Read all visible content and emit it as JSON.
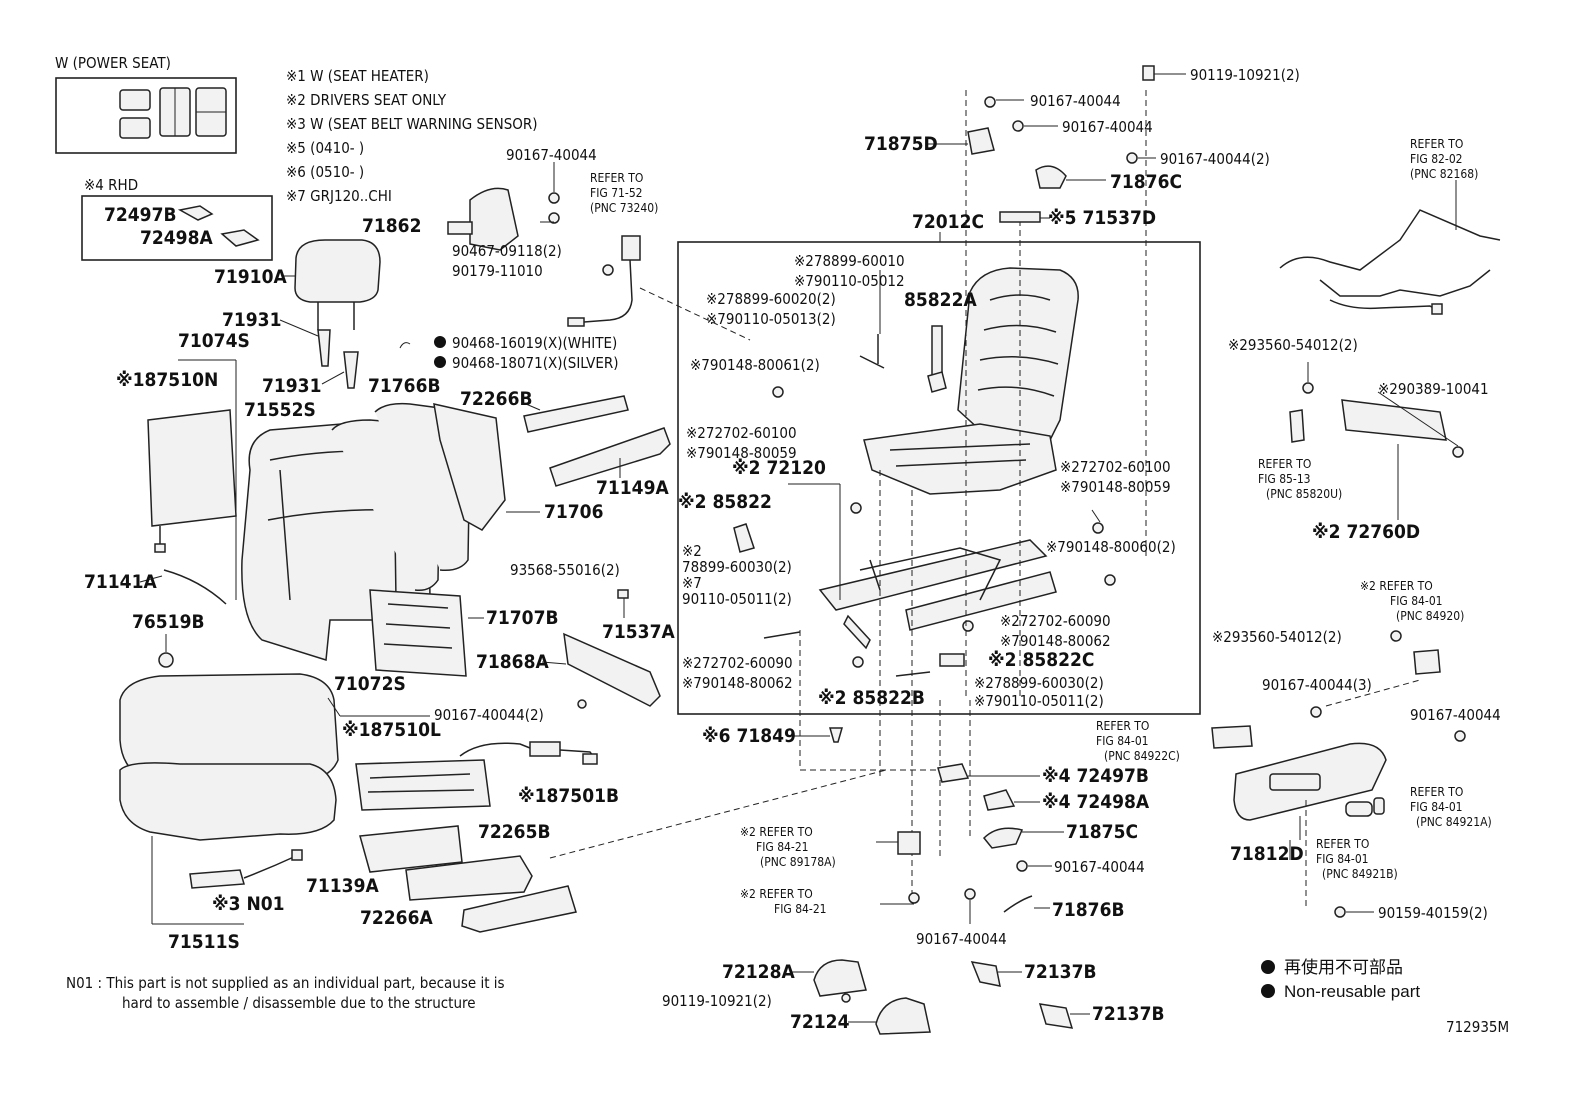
{
  "diagram": {
    "figure_number": "712935M",
    "power_seat_label": "W (POWER SEAT)",
    "rhd_label": "※4 RHD",
    "notes": [
      "※1 W (SEAT HEATER)",
      "※2 DRIVERS SEAT ONLY",
      "※3 W (SEAT BELT WARNING SENSOR)",
      "※5 (0410-      )",
      "※6 (0510-      )",
      "※7 GRJ120..CHI"
    ],
    "footnote_line1": "N01 : This part is not supplied as an individual part, because it is",
    "footnote_line2": "hard to assemble / disassemble due to the structure",
    "legend_jp": "再使用不可部品",
    "legend_en": "Non-reusable part",
    "white_label": "90468-16019(X)(WHITE)",
    "silver_label": "90468-18071(X)(SILVER)",
    "labels": [
      "72497B",
      "72498A",
      "71910A",
      "71931",
      "71074S",
      "※187510N",
      "71931",
      "71766B",
      "71552S",
      "72266B",
      "71149A",
      "71706",
      "71141A",
      "93568-55016(2)",
      "76519B",
      "71707B",
      "71537A",
      "71868A",
      "71072S",
      "90167-40044(2)",
      "※187510L",
      "※187501B",
      "72265B",
      "71139A",
      "※3 N01",
      "72266A",
      "71511S",
      "71862",
      "90167-40044",
      "90467-09118(2)",
      "90179-11010",
      "REFER TO",
      "FIG 71-52",
      "(PNC 73240)",
      "71875D",
      "90119-10921(2)",
      "90167-40044",
      "90167-40044",
      "90167-40044(2)",
      "71876C",
      "72012C",
      "※5 71537D",
      "※278899-60010",
      "※790110-05012",
      "85822A",
      "※278899-60020(2)",
      "※790110-05013(2)",
      "※790148-80061(2)",
      "※272702-60100",
      "※790148-80059",
      "※2 72120",
      "※2 85822",
      "※2",
      "78899-60030(2)",
      "※7",
      "90110-05011(2)",
      "※272702-60090",
      "※790148-80062",
      "※2 85822B",
      "※272702-60100",
      "※790148-80059",
      "※790148-80060(2)",
      "※272702-60090",
      "※790148-80062",
      "※2 85822C",
      "※278899-60030(2)",
      "※790110-05011(2)",
      "※6 71849",
      "※4 72497B",
      "※4 72498A",
      "71875C",
      "90167-40044",
      "71876B",
      "90167-40044",
      "※2 REFER TO",
      "FIG 84-21",
      "(PNC 89178A)",
      "※2 REFER TO",
      "FIG 84-21",
      "72128A",
      "90119-10921(2)",
      "72124",
      "72137B",
      "72137B",
      "REFER TO",
      "FIG 82-02",
      "(PNC 82168)",
      "※293560-54012(2)",
      "※290389-10041",
      "REFER TO",
      "FIG 85-13",
      "(PNC 85820U)",
      "※2 72760D",
      "※2 REFER TO",
      "FIG 84-01",
      "(PNC 84920)",
      "※293560-54012(2)",
      "90167-40044(3)",
      "90167-40044",
      "REFER TO",
      "FIG 84-01",
      "(PNC 84922C)",
      "REFER TO",
      "FIG 84-01",
      "(PNC 84921A)",
      "REFER TO",
      "FIG 84-01",
      "(PNC 84921B)",
      "71812D",
      "90159-40159(2)"
    ]
  }
}
